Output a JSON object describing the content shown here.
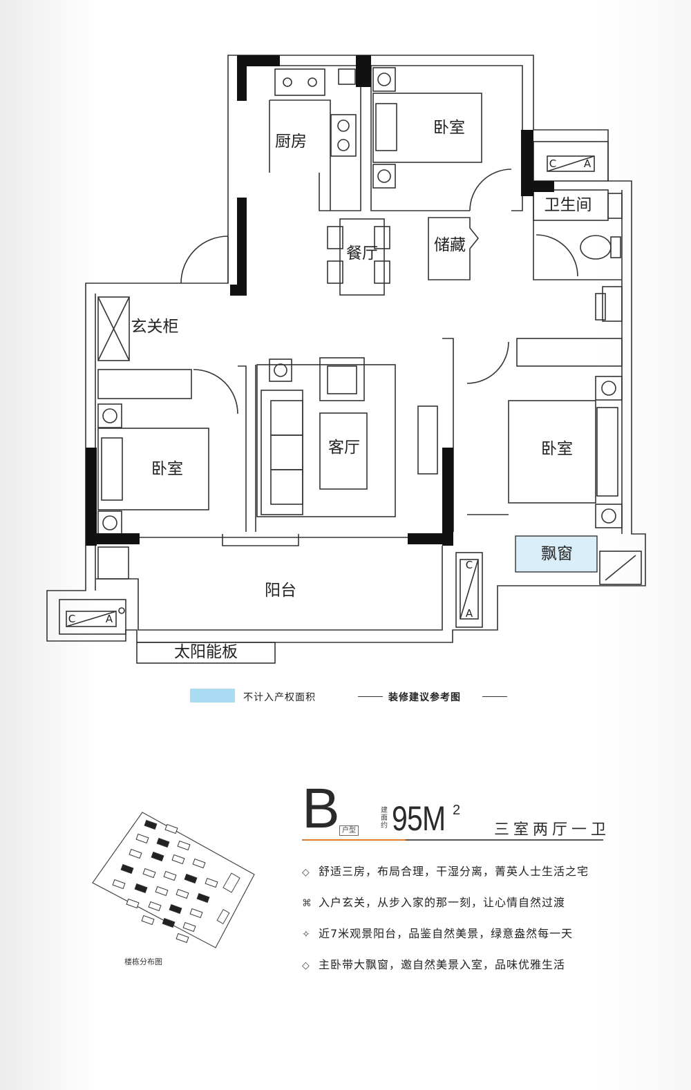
{
  "rooms": {
    "kitchen": "厨房",
    "bedroom_top": "卧室",
    "bathroom": "卫生间",
    "storage": "储藏",
    "dining": "餐厅",
    "entry_cabinet": "玄关柜",
    "living": "客厅",
    "bedroom_left": "卧室",
    "bedroom_master": "卧室",
    "bay_window": "飘窗",
    "balcony": "阳台",
    "solar_panel": "太阳能板",
    "ac_mark_c": "C",
    "ac_mark_a": "A"
  },
  "legend": {
    "swatch_color": "#a9dcf3",
    "not_counted": "不计入产权面积",
    "reference": "装修建议参考图"
  },
  "unit": {
    "letter": "B",
    "type_label": "户型",
    "area_label": "建面约",
    "area": "95M",
    "area_sup": "2",
    "layout": "三室两厅一卫",
    "accent_color": "#e07a26"
  },
  "features": [
    {
      "icon": "diamond-icon",
      "glyph": "◇",
      "text": "舒适三房，布局合理，干湿分离，菁英人士生活之宅"
    },
    {
      "icon": "cross-icon",
      "glyph": "⌘",
      "text": "入户玄关，从步入家的那一刻，让心情自然过渡"
    },
    {
      "icon": "sparkle-icon",
      "glyph": "✧",
      "text": "近7米观景阳台，品鉴自然美景，绿意盎然每一天"
    },
    {
      "icon": "diamond-icon",
      "glyph": "◇",
      "text": "主卧带大飘窗，邀自然美景入室，品味优雅生活"
    }
  ],
  "sitemap": {
    "label": "楼栋分布图"
  }
}
